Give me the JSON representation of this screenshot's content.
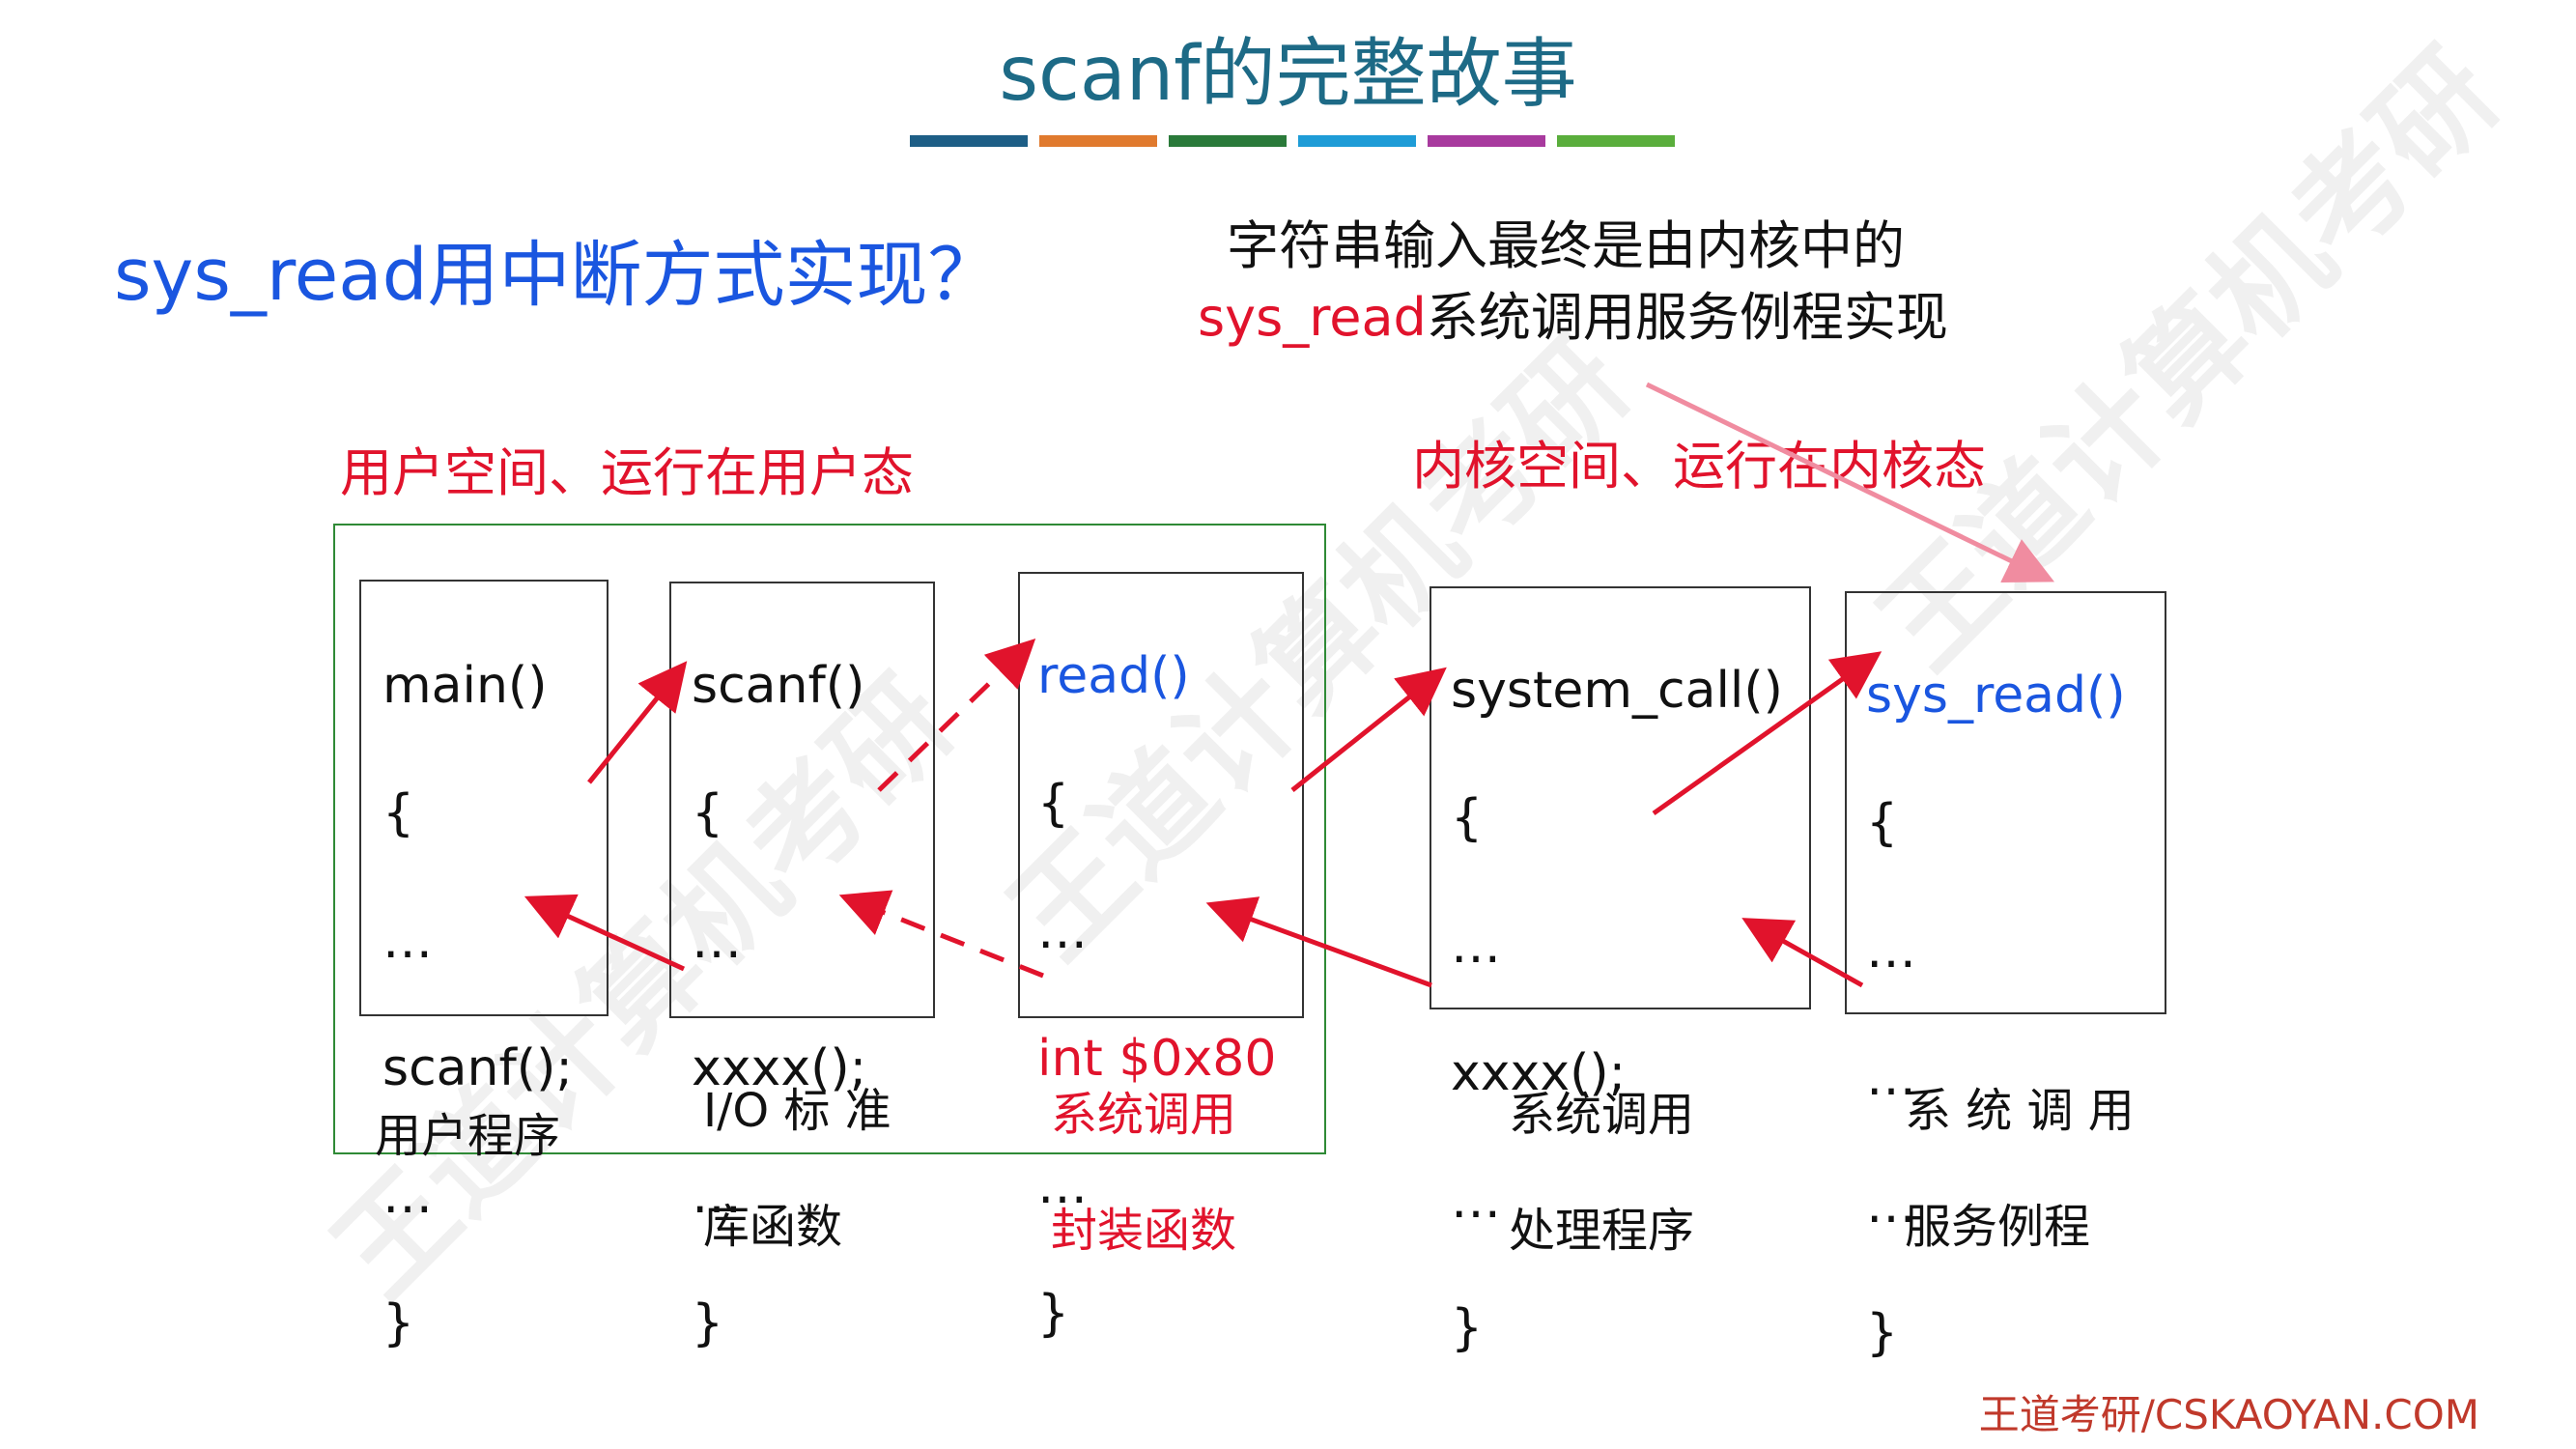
{
  "title": "scanf的完整故事",
  "title_bar_colors": [
    "#1d5e86",
    "#e07a2e",
    "#2a7a3a",
    "#1e9cd7",
    "#a83a9e",
    "#5aae3c"
  ],
  "question": "sys_read用中断方式实现？",
  "note": {
    "line1": "字符串输入最终是由内核中的",
    "line2_red": "sys_read",
    "line2_rest": "系统调用服务例程实现"
  },
  "user_space_label": "用户空间、运行在用户态",
  "kernel_space_label": "内核空间、运行在内核态",
  "boxes": {
    "main": [
      "main()",
      "{",
      "…",
      "scanf();",
      "…",
      "}"
    ],
    "scanf": [
      "scanf()",
      "{",
      "…",
      "xxxx();",
      "…",
      "}"
    ],
    "read": [
      "read()",
      "{",
      "…",
      "int $0x80",
      "…",
      "}"
    ],
    "system_call": [
      "system_call()",
      "{",
      "…",
      "xxxx();",
      "…",
      "}"
    ],
    "sys_read": [
      "sys_read()",
      "{",
      "…",
      "…",
      "…",
      "}"
    ]
  },
  "captions": {
    "main": [
      "用户程序"
    ],
    "scanf": [
      "I/O 标 准",
      "库函数"
    ],
    "read": [
      "系统调用",
      "封装函数"
    ],
    "system_call": [
      "系统调用",
      "处理程序"
    ],
    "sys_read": [
      "系 统 调 用",
      "服务例程"
    ]
  },
  "footer": "王道考研/CSKAOYAN.COM",
  "watermark": "王道计算机考研",
  "colors": {
    "title": "#1d6a86",
    "question": "#1a56e0",
    "red": "#e1132c",
    "blue": "#1a56e0",
    "frame": "#2f8a36",
    "pink_arrow": "#f08ca0"
  }
}
